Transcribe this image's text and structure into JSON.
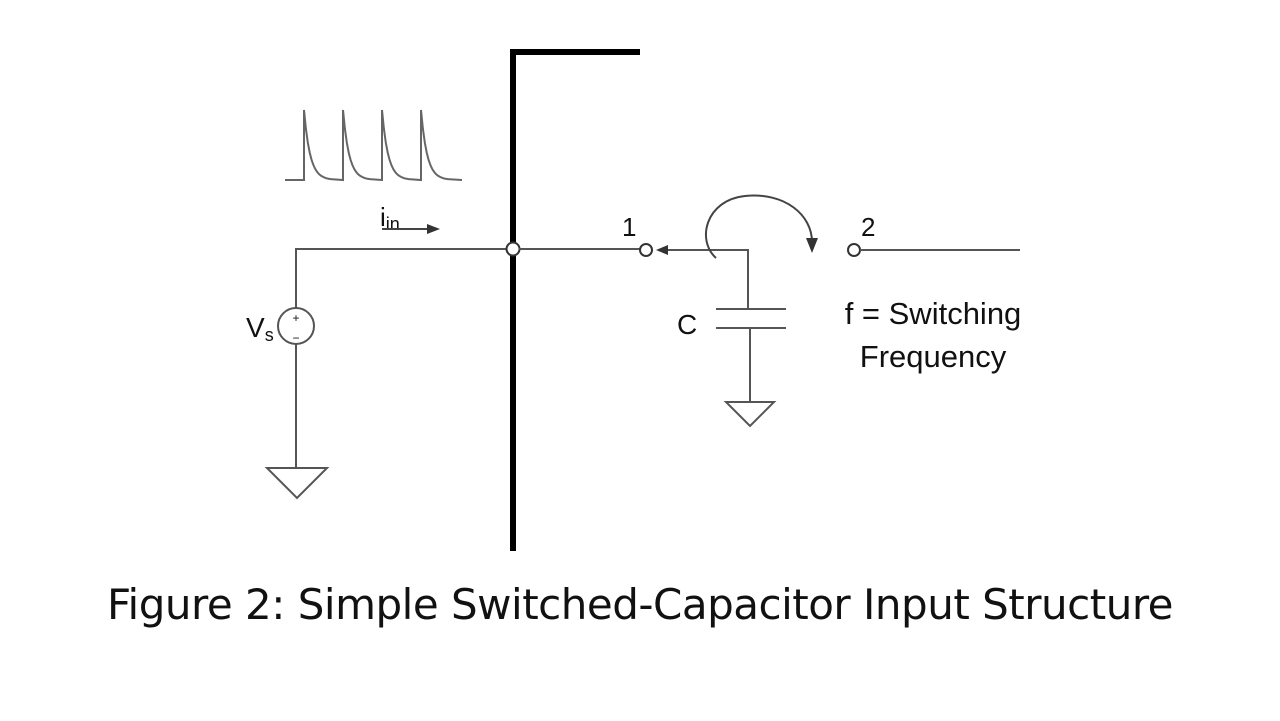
{
  "figure": {
    "caption": "Figure 2: Simple Switched-Capacitor Input Structure"
  },
  "labels": {
    "current": "i",
    "current_sub": "in",
    "source": "V",
    "source_sub": "s",
    "source_plus": "+",
    "source_minus": "−",
    "node1": "1",
    "node2": "2",
    "capacitor": "C",
    "freq_line1": "f = Switching",
    "freq_line2": "Frequency"
  },
  "colors": {
    "wire": "#555555",
    "boundary": "#000000",
    "text": "#111111"
  },
  "current_waveform": {
    "pulse_count": 4
  }
}
